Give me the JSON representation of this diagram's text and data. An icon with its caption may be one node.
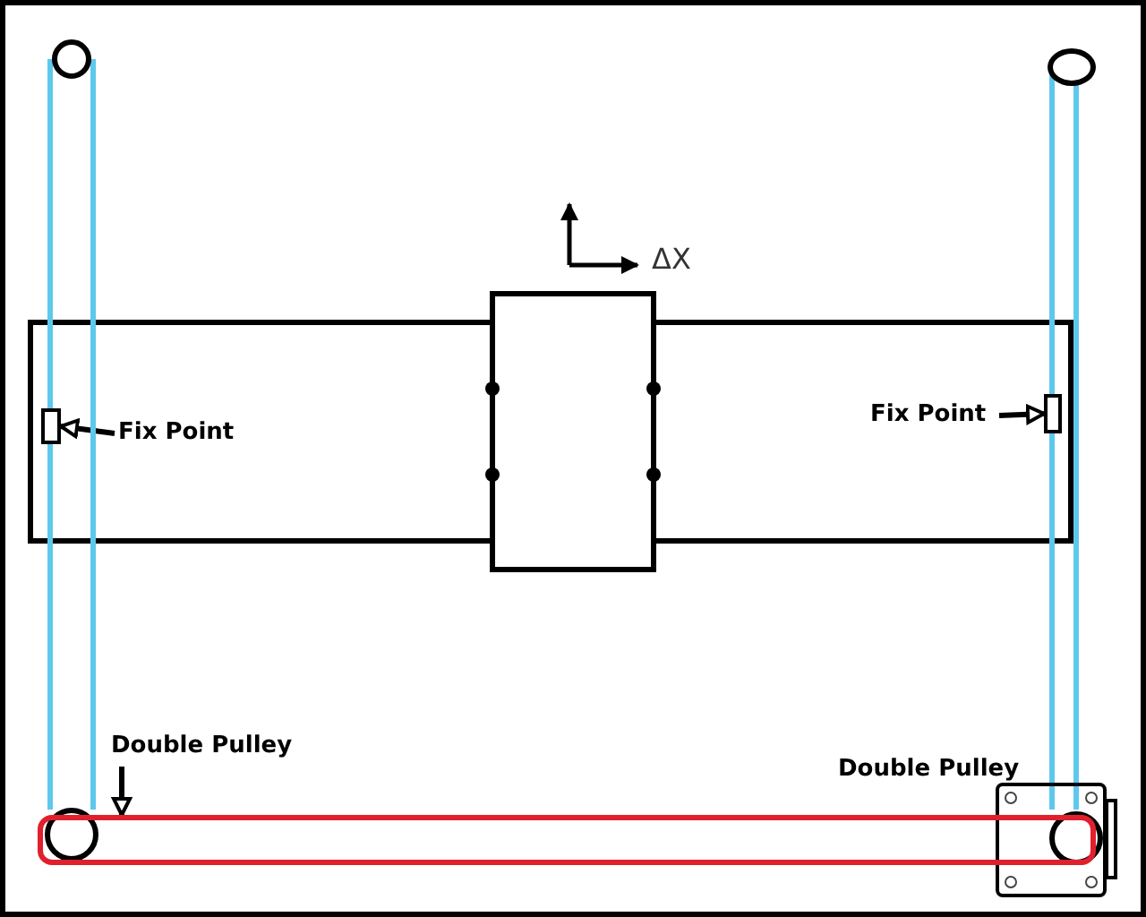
{
  "diagram": {
    "nodes": [
      {
        "text": [
          "Fix Point"
        ]
      },
      {
        "text": [],
        "shape": "box"
      },
      {
        "text": [
          "Fix Point"
        ]
      },
      {
        "text": [],
        "shape": "box"
      },
      {
        "text": [
          "Double Pulley"
        ]
      },
      {
        "text": [],
        "shape": "circle"
      },
      {
        "text": [],
        "shape": "circle"
      },
      {
        "text": [],
        "shape": "circle"
      },
      {
        "text": [],
        "shape": "box"
      },
      {
        "text": [],
        "shape": "circle",
        "in": 8
      },
      {
        "text": [],
        "shape": "bar"
      }
    ],
    "edges": [
      {
        "from": 0,
        "to": 1,
        "arrow": "to",
        "color": "#000000"
      },
      {
        "from": 2,
        "to": 3,
        "arrow": "to",
        "color": "#000000"
      },
      {
        "from": 4,
        "to": 10,
        "arrow": "to",
        "color": "#000000"
      },
      {
        "from": 5,
        "to": 1,
        "arrow": "none"
      },
      {
        "from": 1,
        "to": 7,
        "arrow": "none"
      },
      {
        "from": 5,
        "to": 7,
        "arrow": "none"
      },
      {
        "from": 6,
        "to": 3,
        "arrow": "none"
      },
      {
        "from": 3,
        "to": 9,
        "arrow": "none"
      },
      {
        "from": 6,
        "to": 9,
        "arrow": "none"
      }
    ],
    "labels": [
      "ΔX",
      "Double Pulley"
    ]
  }
}
